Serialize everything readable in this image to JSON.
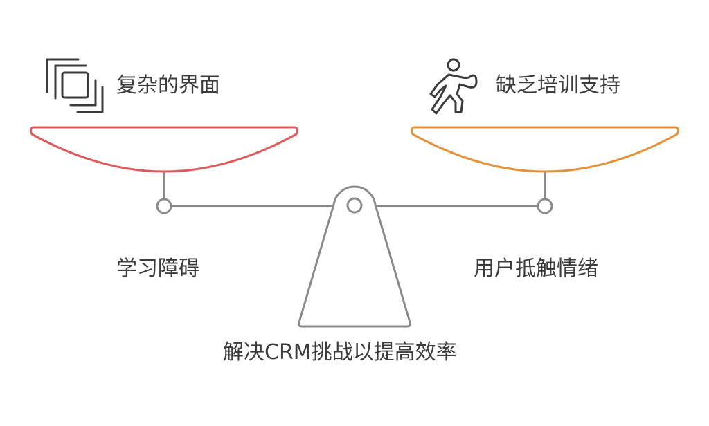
{
  "left": {
    "top_label": "复杂的界面",
    "bottom_label": "学习障碍",
    "icon": "overlapping-windows-icon",
    "pan_color": "#e0585b"
  },
  "right": {
    "top_label": "缺乏培训支持",
    "bottom_label": "用户抵触情绪",
    "icon": "person-struggling-icon",
    "pan_color": "#e4913a"
  },
  "center": {
    "label": "解决CRM挑战以提高效率"
  },
  "colors": {
    "beam": "#8a8a8a",
    "text": "#3c3c3c"
  }
}
